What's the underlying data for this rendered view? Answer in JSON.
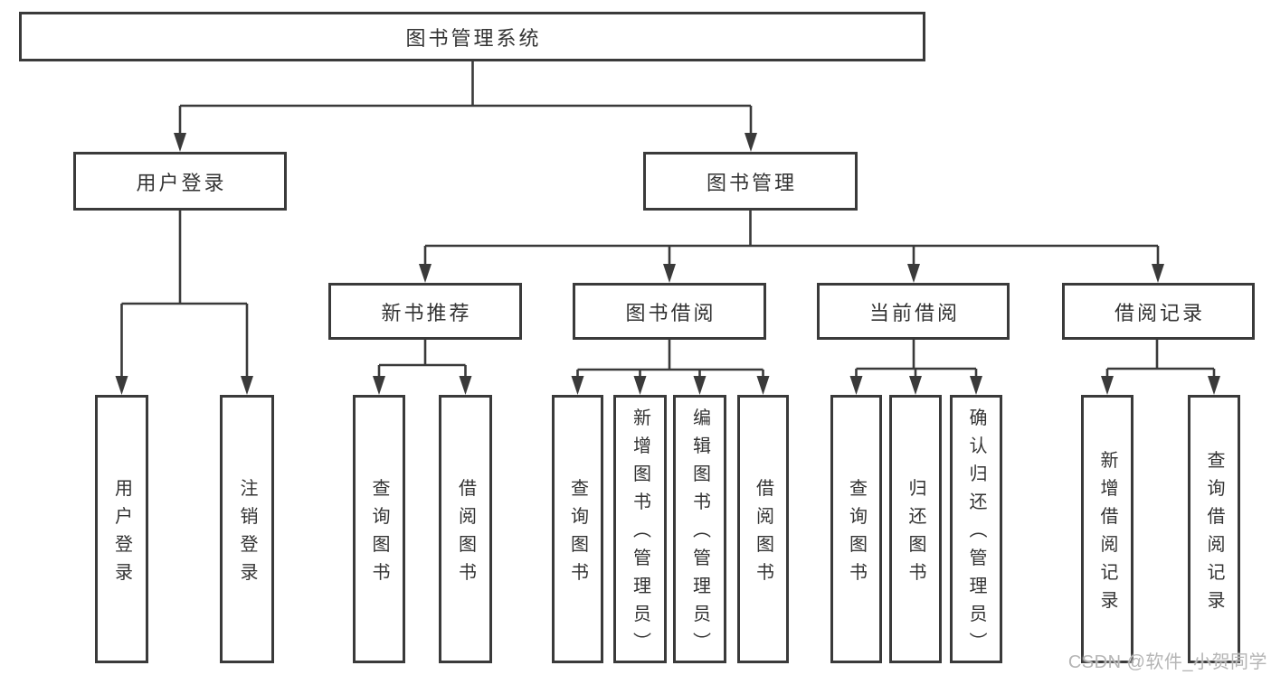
{
  "diagram": {
    "tree": {
      "id": "root",
      "label": "图书管理系统",
      "children": [
        {
          "id": "user-login",
          "label": "用户登录",
          "children": [
            {
              "id": "user-login-leaf",
              "label": "用户登录"
            },
            {
              "id": "logout-leaf",
              "label": "注销登录"
            }
          ]
        },
        {
          "id": "book-mgmt",
          "label": "图书管理",
          "children": [
            {
              "id": "new-book-rec",
              "label": "新书推荐",
              "children": [
                {
                  "id": "nbr-query-books",
                  "label": "查询图书"
                },
                {
                  "id": "nbr-borrow-books",
                  "label": "借阅图书"
                }
              ]
            },
            {
              "id": "book-borrow",
              "label": "图书借阅",
              "children": [
                {
                  "id": "bb-query-books",
                  "label": "查询图书"
                },
                {
                  "id": "bb-add-books",
                  "label": "新增图书（管理员）"
                },
                {
                  "id": "bb-edit-books",
                  "label": "编辑图书（管理员）"
                },
                {
                  "id": "bb-borrow-books",
                  "label": "借阅图书"
                }
              ]
            },
            {
              "id": "current-borrow",
              "label": "当前借阅",
              "children": [
                {
                  "id": "cb-query-books",
                  "label": "查询图书"
                },
                {
                  "id": "cb-return-books",
                  "label": "归还图书"
                },
                {
                  "id": "cb-confirm-return",
                  "label": "确认归还（管理员）"
                }
              ]
            },
            {
              "id": "borrow-records",
              "label": "借阅记录",
              "children": [
                {
                  "id": "br-add-record",
                  "label": "新增借阅记录"
                },
                {
                  "id": "br-query-record",
                  "label": "查询借阅记录"
                }
              ]
            }
          ]
        }
      ]
    },
    "colors": {
      "line": "#3a3a3a",
      "text": "#333333",
      "background": "#ffffff",
      "watermark_color": "#b5b5b5"
    }
  },
  "watermark": "CSDN @软件_小贺同学"
}
